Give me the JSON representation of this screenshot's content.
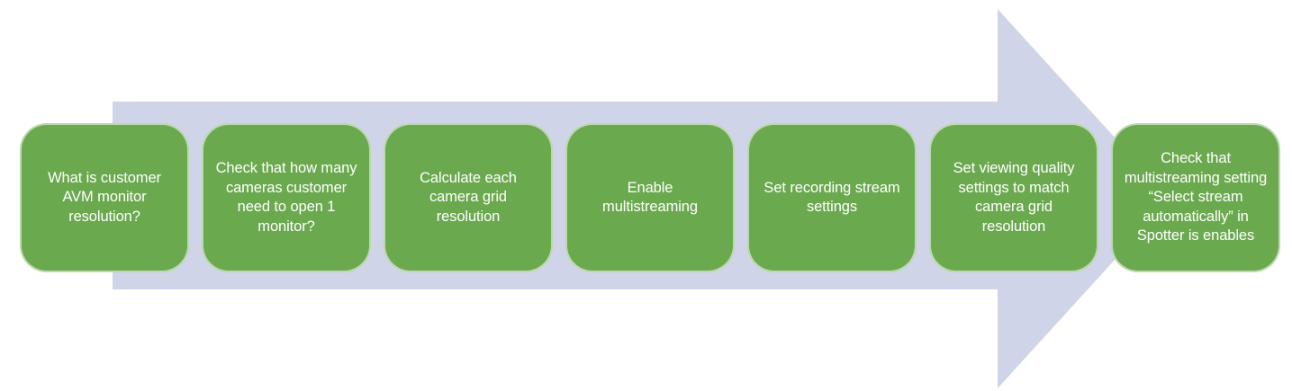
{
  "diagram": {
    "type": "process-arrow",
    "direction": "left-to-right"
  },
  "colors": {
    "arrow_fill": "#CFD4E8",
    "step_fill": "#6BA94F",
    "step_text": "#FFFFFF",
    "background": "#FFFFFF"
  },
  "steps": [
    {
      "label": "What is customer AVM monitor resolution?"
    },
    {
      "label": "Check that how many cameras customer need to open 1 monitor?"
    },
    {
      "label": "Calculate each camera grid resolution"
    },
    {
      "label": "Enable multistreaming"
    },
    {
      "label": "Set recording stream settings"
    },
    {
      "label": "Set viewing quality settings to match camera grid resolution"
    },
    {
      "label": "Check that multistreaming setting “Select stream automatically”  in Spotter is enables"
    }
  ]
}
